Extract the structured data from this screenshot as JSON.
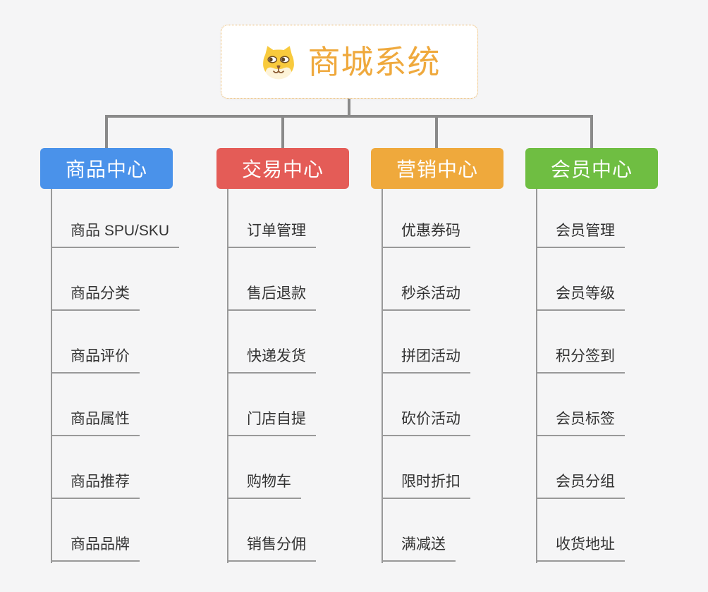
{
  "background_color": "#f5f5f6",
  "connector_color": "#8a8a8a",
  "child_line_color": "#999999",
  "child_text_color": "#333333",
  "root": {
    "label": "商城系统",
    "icon": "shiba-dog-face-icon",
    "text_color": "#efa93d",
    "border_color": "#eab25d",
    "background": "#ffffff"
  },
  "branches": [
    {
      "label": "商品中心",
      "color": "#4a92ea",
      "children": [
        "商品 SPU/SKU",
        "商品分类",
        "商品评价",
        "商品属性",
        "商品推荐",
        "商品品牌"
      ]
    },
    {
      "label": "交易中心",
      "color": "#e45c57",
      "children": [
        "订单管理",
        "售后退款",
        "快递发货",
        "门店自提",
        "购物车",
        "销售分佣"
      ]
    },
    {
      "label": "营销中心",
      "color": "#efa93c",
      "children": [
        "优惠券码",
        "秒杀活动",
        "拼团活动",
        "砍价活动",
        "限时折扣",
        "满减送"
      ]
    },
    {
      "label": "会员中心",
      "color": "#6fbe42",
      "children": [
        "会员管理",
        "会员等级",
        "积分签到",
        "会员标签",
        "会员分组",
        "收货地址"
      ]
    }
  ],
  "icon_colors": {
    "fur_yellow": "#f8ca3d",
    "muzzle_cream": "#fdf3d8",
    "features_brown": "#8a5a33",
    "pupil_brown": "#5f4423"
  }
}
